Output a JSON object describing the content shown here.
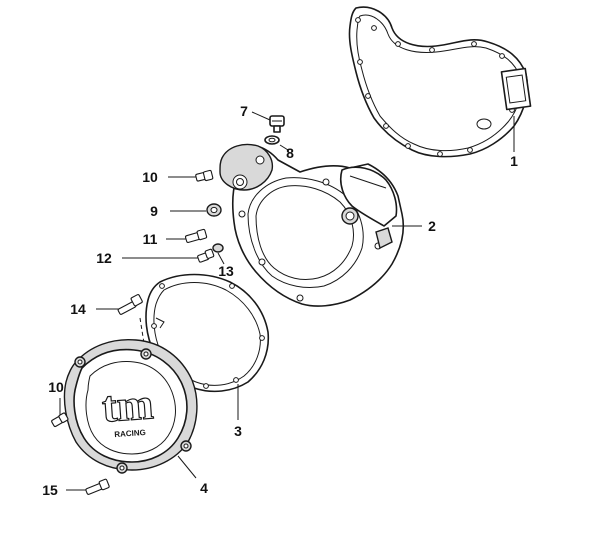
{
  "diagram": {
    "callouts": {
      "c1": "1",
      "c2": "2",
      "c3": "3",
      "c4": "4",
      "c7": "7",
      "c8": "8",
      "c9": "9",
      "c10a": "10",
      "c10b": "10",
      "c11": "11",
      "c12": "12",
      "c13": "13",
      "c14": "14",
      "c15": "15"
    },
    "logo": {
      "brand": "tm",
      "sub": "RACING"
    }
  }
}
